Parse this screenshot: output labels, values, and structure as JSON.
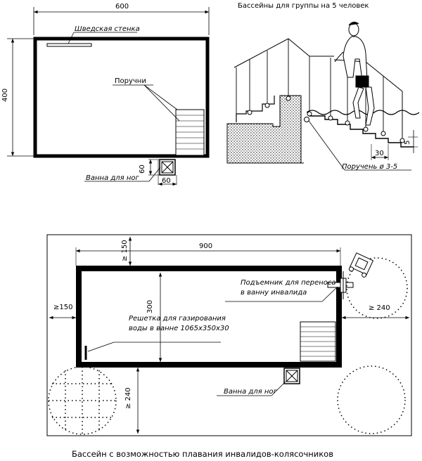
{
  "top_plan": {
    "width_dim": "600",
    "height_dim": "400",
    "swedish_wall": "Шведская стенка",
    "handrails": "Поручни",
    "foot_bath": "Ванна для ног",
    "bath_dim_w": "60",
    "bath_dim_h": "60"
  },
  "section": {
    "title": "Бассейны для группы на 5 человек",
    "handrail_label": "Поручень ø 3-5",
    "step_dim": "30",
    "riser_dim": "5"
  },
  "bottom_plan": {
    "width_dim": "900",
    "height_dim": "300",
    "top_clear": "≥ 150",
    "left_clear": "≥150",
    "right_clear": "≥ 240",
    "bottom_clear": "≥ 240",
    "lift_label": "Подъемник для переноса в ванну инвалида",
    "lift_line1": "Подъемник для переноса",
    "lift_line2": "в ванну инвалида",
    "grate_line1": "Решетка для газирования",
    "grate_line2": "воды в ванне 1065x350x30",
    "foot_bath": "Ванна для ног",
    "caption": "Бассейн с возможностью плавания инвалидов-колясочников"
  }
}
